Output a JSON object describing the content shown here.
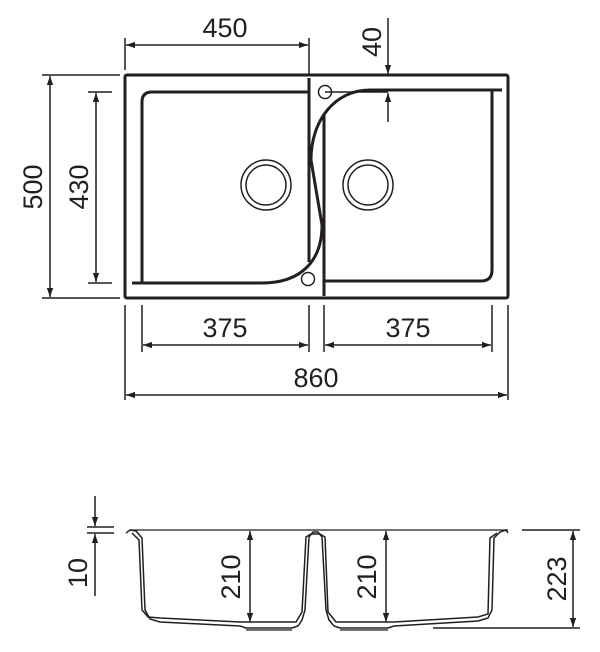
{
  "top_view": {
    "dim_width_to_divider": "450",
    "dim_tap_offset": "40",
    "dim_total_depth": "500",
    "dim_bowl_depth": "430",
    "dim_left_bowl_width": "375",
    "dim_right_bowl_width": "375",
    "dim_total_width": "860"
  },
  "side_view": {
    "dim_rim": "10",
    "dim_left_bowl_height": "210",
    "dim_right_bowl_height": "210",
    "dim_total_height": "223"
  },
  "colors": {
    "line": "#231f20",
    "background": "#ffffff"
  }
}
